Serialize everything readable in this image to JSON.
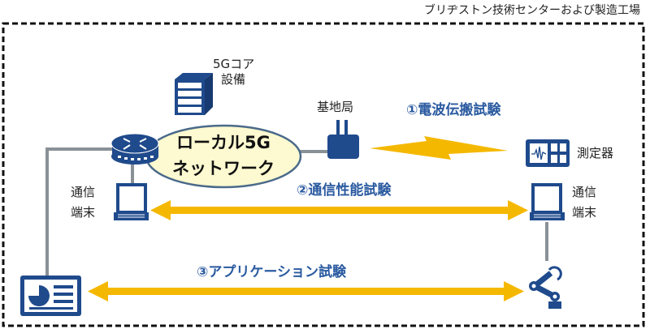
{
  "header": {
    "location": "ブリヂストン技術センターおよび製造工場"
  },
  "nodes": {
    "core": "5Gコア\n設備",
    "core_line1": "5Gコア",
    "core_line2": "設備",
    "network_line1": "ローカル5G",
    "network_line2": "ネットワーク",
    "base_station": "基地局",
    "meter": "測定器",
    "terminal_left_line1": "通信",
    "terminal_left_line2": "端末",
    "terminal_right_line1": "通信",
    "terminal_right_line2": "端末"
  },
  "tests": [
    {
      "label": "①電波伝搬試験"
    },
    {
      "label": "②通信性能試験"
    },
    {
      "label": "③アプリケーション試験"
    }
  ],
  "colors": {
    "accent": "#f5b800",
    "blue": "#1f4a8c",
    "label_blue": "#2a5aa0",
    "ellipse": "#fdf9d0",
    "line": "#8a9196"
  }
}
